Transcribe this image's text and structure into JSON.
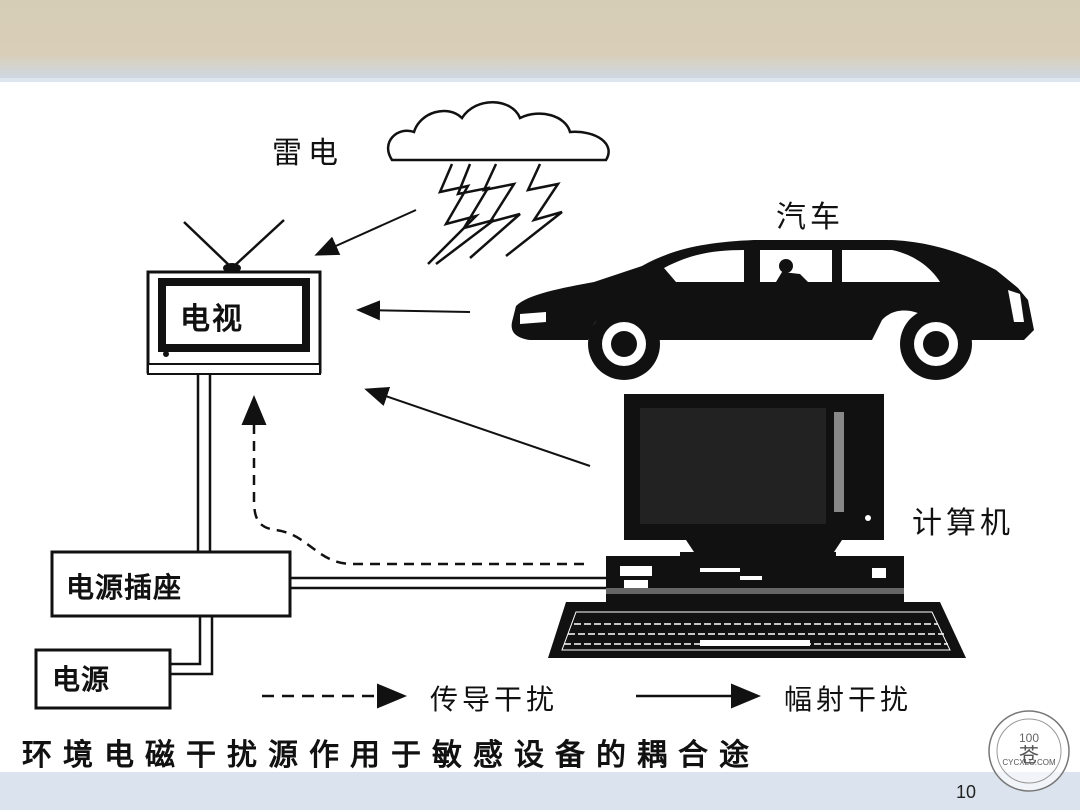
{
  "labels": {
    "lightning": "雷电",
    "car": "汽车",
    "tv": "电视",
    "computer": "计算机",
    "socket": "电源插座",
    "power": "电源"
  },
  "legend": {
    "conducted": "传导干扰",
    "radiated": "幅射干扰"
  },
  "caption": "环境电磁干扰源作用于敏感设备的耦合途",
  "page_number": "10",
  "watermark": {
    "text": "CYCXLC.COM",
    "seal_text": "100",
    "seal_chars": "苍"
  },
  "colors": {
    "top_band": "#d9cfb9",
    "background": "#dde6ef",
    "ink": "#111111"
  }
}
